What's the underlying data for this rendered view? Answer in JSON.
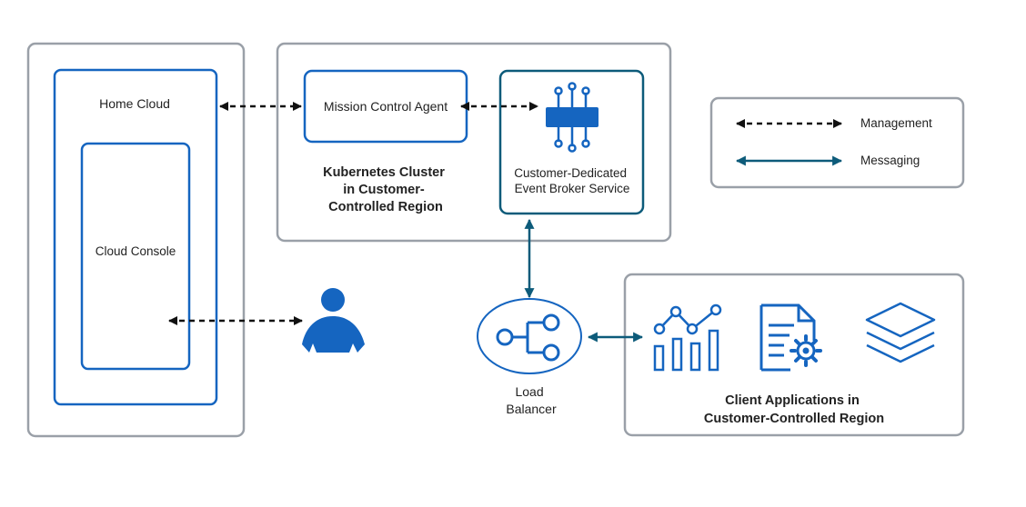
{
  "nodes": {
    "home_cloud": "Home Cloud",
    "cloud_console": "Cloud Console",
    "mission_control_agent": "Mission Control Agent",
    "kubernetes_cluster": [
      "Kubernetes Cluster",
      "in Customer-",
      "Controlled Region"
    ],
    "event_broker": [
      "Customer-Dedicated",
      "Event Broker Service"
    ],
    "load_balancer": [
      "Load",
      "Balancer"
    ],
    "client_applications": [
      "Client Applications in",
      "Customer-Controlled Region"
    ]
  },
  "legend": {
    "management": "Management",
    "messaging": "Messaging"
  },
  "colors": {
    "blue": "#1565C0",
    "teal": "#0D5B7A",
    "gray": "#9AA0A8",
    "dark": "#111111"
  },
  "icons": [
    "person-icon",
    "broker-chip-icon",
    "load-balancer-icon",
    "chart-icon",
    "document-gear-icon",
    "layers-icon"
  ]
}
